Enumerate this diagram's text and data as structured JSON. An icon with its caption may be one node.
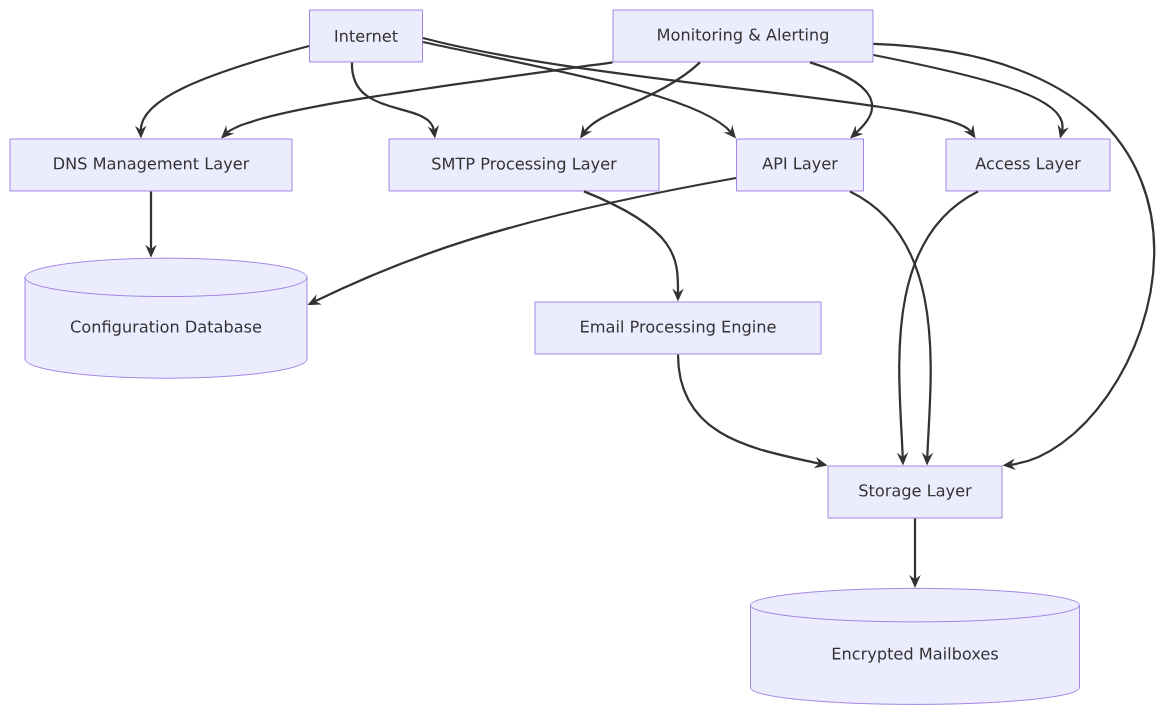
{
  "diagram": {
    "nodes": [
      {
        "text": [
          "Internet"
        ]
      },
      {
        "text": [
          "Monitoring & Alerting"
        ]
      },
      {
        "text": [
          "DNS Management Layer"
        ]
      },
      {
        "text": [
          "SMTP Processing Layer"
        ]
      },
      {
        "text": [
          "API Layer"
        ]
      },
      {
        "text": [
          "Access Layer"
        ]
      },
      {
        "text": [
          "Configuration Database"
        ]
      },
      {
        "text": [
          "Email Processing Engine"
        ]
      },
      {
        "text": [
          "Storage Layer"
        ]
      },
      {
        "text": [
          "Encrypted Mailboxes"
        ]
      }
    ],
    "edges": [
      {
        "from": 0,
        "to": 2,
        "arrow": "to"
      },
      {
        "from": 0,
        "to": 3,
        "arrow": "to"
      },
      {
        "from": 0,
        "to": 4,
        "arrow": "to"
      },
      {
        "from": 0,
        "to": 5,
        "arrow": "to"
      },
      {
        "from": 1,
        "to": 2,
        "arrow": "to"
      },
      {
        "from": 1,
        "to": 3,
        "arrow": "to"
      },
      {
        "from": 1,
        "to": 4,
        "arrow": "to"
      },
      {
        "from": 1,
        "to": 5,
        "arrow": "to"
      },
      {
        "from": 1,
        "to": 8,
        "arrow": "to"
      },
      {
        "from": 2,
        "to": 6,
        "arrow": "to"
      },
      {
        "from": 4,
        "to": 6,
        "arrow": "to"
      },
      {
        "from": 3,
        "to": 7,
        "arrow": "to"
      },
      {
        "from": 7,
        "to": 8,
        "arrow": "to"
      },
      {
        "from": 4,
        "to": 8,
        "arrow": "to"
      },
      {
        "from": 5,
        "to": 8,
        "arrow": "to"
      },
      {
        "from": 8,
        "to": 9,
        "arrow": "to"
      }
    ]
  }
}
